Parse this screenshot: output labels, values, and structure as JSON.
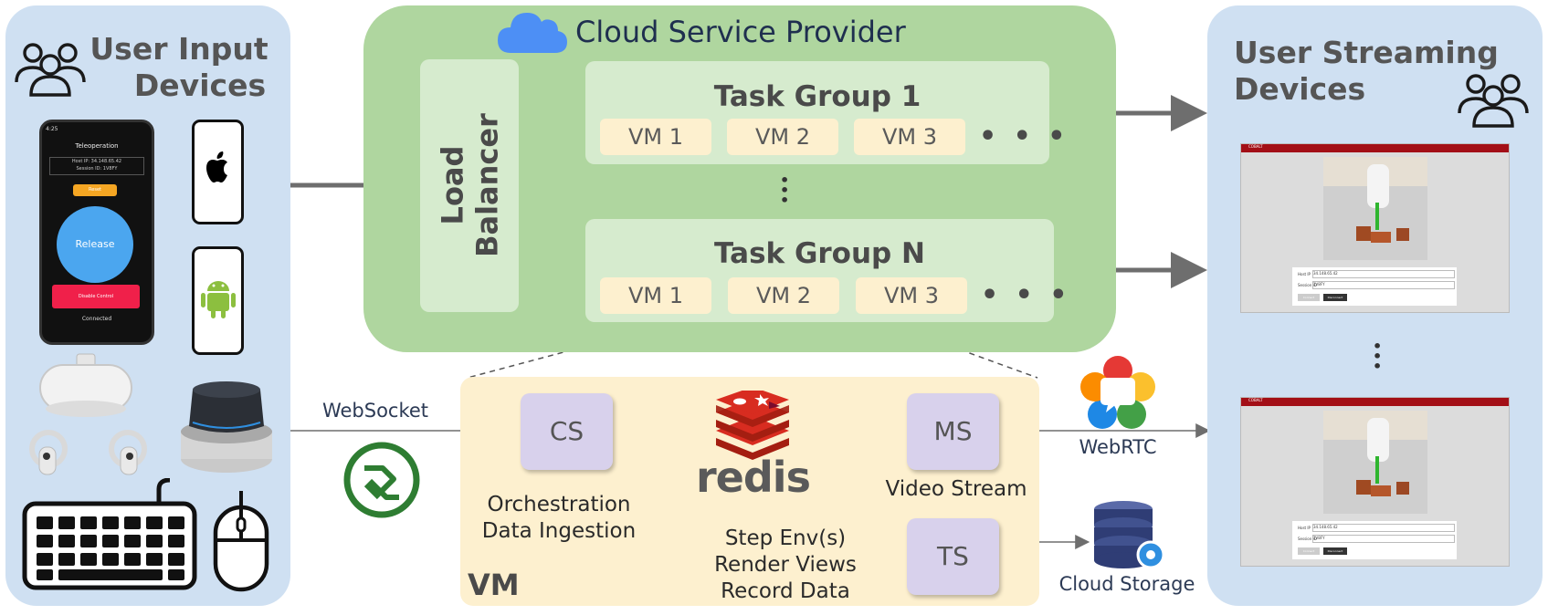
{
  "left_panel": {
    "title_line1": "User Input",
    "title_line2": "Devices"
  },
  "phone_ui": {
    "time": "4:25",
    "header": "Teleoperation",
    "host_line": "Host IP: 34.148.65.42",
    "session_line": "Session ID: 1V8FY",
    "reset_label": "Reset",
    "release_label": "Release",
    "disable_label": "Disable Control",
    "status": "Connected"
  },
  "cloud": {
    "title": "Cloud Service Provider"
  },
  "load_balancer": {
    "line1": "Load",
    "line2": "Balancer"
  },
  "task_groups": [
    {
      "title": "Task Group 1",
      "vms": [
        "VM 1",
        "VM 2",
        "VM 3"
      ],
      "ellipsis": "• • •"
    },
    {
      "title": "Task Group N",
      "vms": [
        "VM 1",
        "VM 2",
        "VM 3"
      ],
      "ellipsis": "• • •"
    }
  ],
  "vertical_ellipsis": "•\n•\n•",
  "vm_detail": {
    "label": "VM",
    "cs": "CS",
    "ms": "MS",
    "ts": "TS",
    "redis_text": "redis",
    "cs_caption_line1": "Orchestration",
    "cs_caption_line2": "Data Ingestion",
    "ms_caption": "Video Stream",
    "redis_caption_line1": "Step Env(s)",
    "redis_caption_line2": "Render Views",
    "redis_caption_line3": "Record Data"
  },
  "websocket_label": "WebSocket",
  "webrtc_label": "WebRTC",
  "cloud_storage_label": "Cloud Storage",
  "right_panel": {
    "title_line1": "User Streaming",
    "title_line2": "Devices"
  },
  "stream_screens": [
    {
      "bar_label": "COBALT",
      "host_field": "Host IP",
      "host_value": "34.148.65.42",
      "session_field": "Session ID",
      "session_value": "1V8FY",
      "connect_label": "Connect",
      "disconnect_label": "Disconnect"
    },
    {
      "bar_label": "COBALT",
      "host_field": "Host IP",
      "host_value": "34.148.65.42",
      "session_field": "Session ID",
      "session_value": "1V8FY",
      "connect_label": "Connect",
      "disconnect_label": "Disconnect"
    }
  ],
  "colors": {
    "side_panel": "#cfe0f2",
    "cloud_panel": "#afd69f",
    "task_group": "#d6ebce",
    "vm_box": "#fdf0cf",
    "service_box": "#d8d1ec",
    "redis_red": "#d42a20",
    "arrow": "#6e6e6e",
    "phone_blue": "#4ba6ef",
    "phone_red": "#f0204a",
    "phone_orange": "#f5a623"
  }
}
